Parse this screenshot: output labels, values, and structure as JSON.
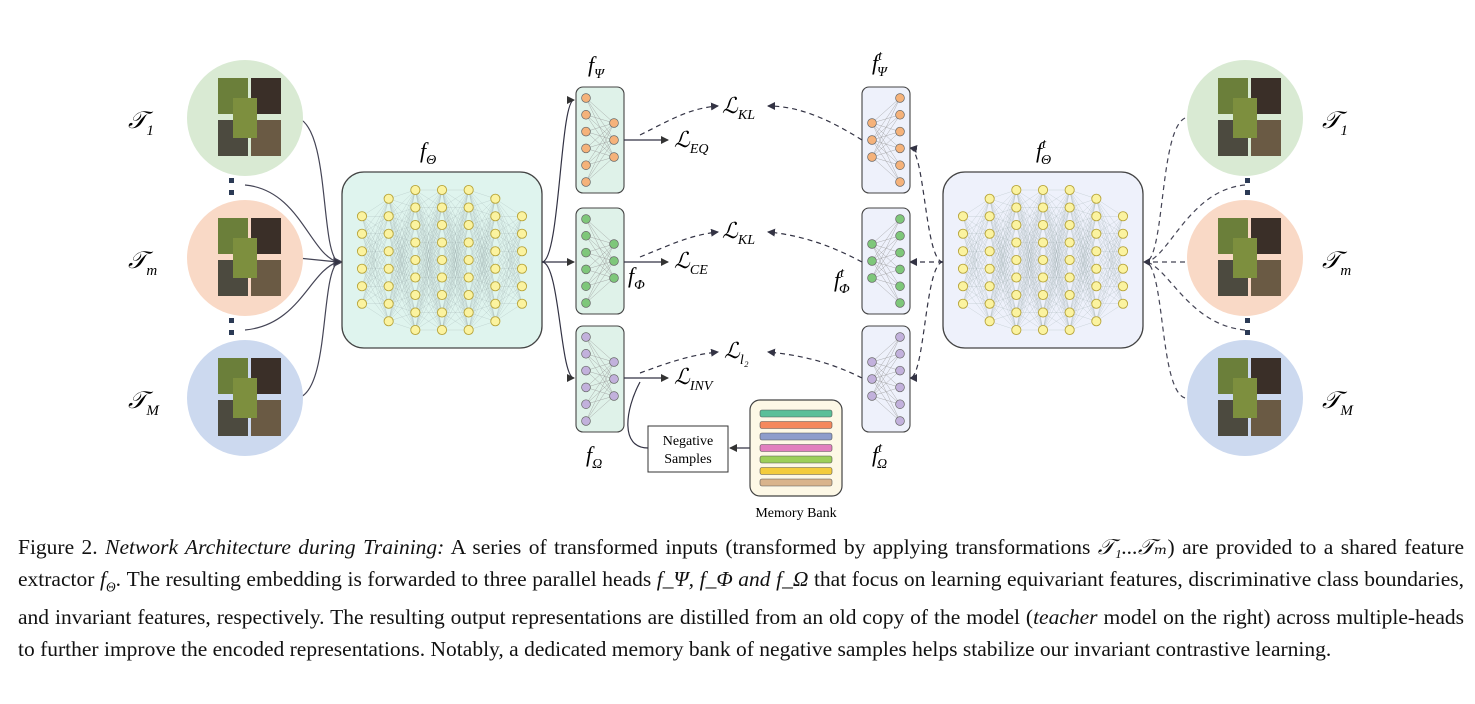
{
  "figure": {
    "inputs": {
      "student": [
        {
          "base": "𝒯",
          "sub": "1",
          "fill": "#d9ead3"
        },
        {
          "base": "𝒯",
          "sub": "m",
          "fill": "#f9d9c6"
        },
        {
          "base": "𝒯",
          "sub": "M",
          "fill": "#ccd9ef"
        }
      ],
      "teacher": [
        {
          "base": "𝒯",
          "sub": "1",
          "fill": "#d9ead3"
        },
        {
          "base": "𝒯",
          "sub": "m",
          "fill": "#f9d9c6"
        },
        {
          "base": "𝒯",
          "sub": "M",
          "fill": "#ccd9ef"
        }
      ]
    },
    "extractor": {
      "student": {
        "base": "f",
        "sub": "Θ"
      },
      "teacher": {
        "base": "f",
        "sub": "Θ",
        "sup": "t"
      }
    },
    "heads": {
      "psi": {
        "base": "f",
        "sub": "Ψ",
        "teacher_sup": "t",
        "node_color": "#f5b27a"
      },
      "phi": {
        "base": "f",
        "sub": "Φ",
        "teacher_sup": "t",
        "node_color": "#7ec77a"
      },
      "omega": {
        "base": "f",
        "sub": "Ω",
        "teacher_sup": "t",
        "node_color": "#c2b1dc"
      }
    },
    "losses": {
      "kl1": {
        "base": "ℒ",
        "sub": "KL"
      },
      "eq": {
        "base": "ℒ",
        "sub": "EQ"
      },
      "kl2": {
        "base": "ℒ",
        "sub": "KL"
      },
      "ce": {
        "base": "ℒ",
        "sub": "CE"
      },
      "l2": {
        "base": "ℒ",
        "sub": "l₂"
      },
      "inv": {
        "base": "ℒ",
        "sub": "INV"
      }
    },
    "negative_samples": {
      "line1": "Negative",
      "line2": "Samples"
    },
    "memory_bank": {
      "label": "Memory Bank",
      "bars": [
        "#5bbf99",
        "#f4895d",
        "#8d9ccb",
        "#e27fbf",
        "#9ccf5a",
        "#f3cc3d",
        "#d9b48c"
      ]
    },
    "colors": {
      "extractor_fill": "#dff4ee",
      "teacher_fill": "#eef1fb",
      "node_yellow": "#fbf3a0"
    }
  },
  "caption": {
    "prefix": "Figure 2. ",
    "title": "Network Architecture during Training:",
    "p1": " A series of transformed inputs (transformed by applying transformations ",
    "t_range": "𝒯₁...𝒯ₘ",
    "p2": ") are provided to a shared feature extractor ",
    "f_theta": "f",
    "f_theta_sub": "Θ",
    "p3": ".  The resulting embedding is forwarded to three parallel heads ",
    "heads_list": "f_Ψ, f_Φ and f_Ω",
    "p4": " that focus on learning equivariant features, discriminative class boundaries, and invariant features, respectively. The resulting output representations are distilled from an old copy of the model (",
    "teacher_word": "teacher",
    "p5": " model on the right) across multiple-heads to further improve the encoded representations. Notably, a dedicated memory bank of negative samples helps stabilize our invariant contrastive learning."
  }
}
